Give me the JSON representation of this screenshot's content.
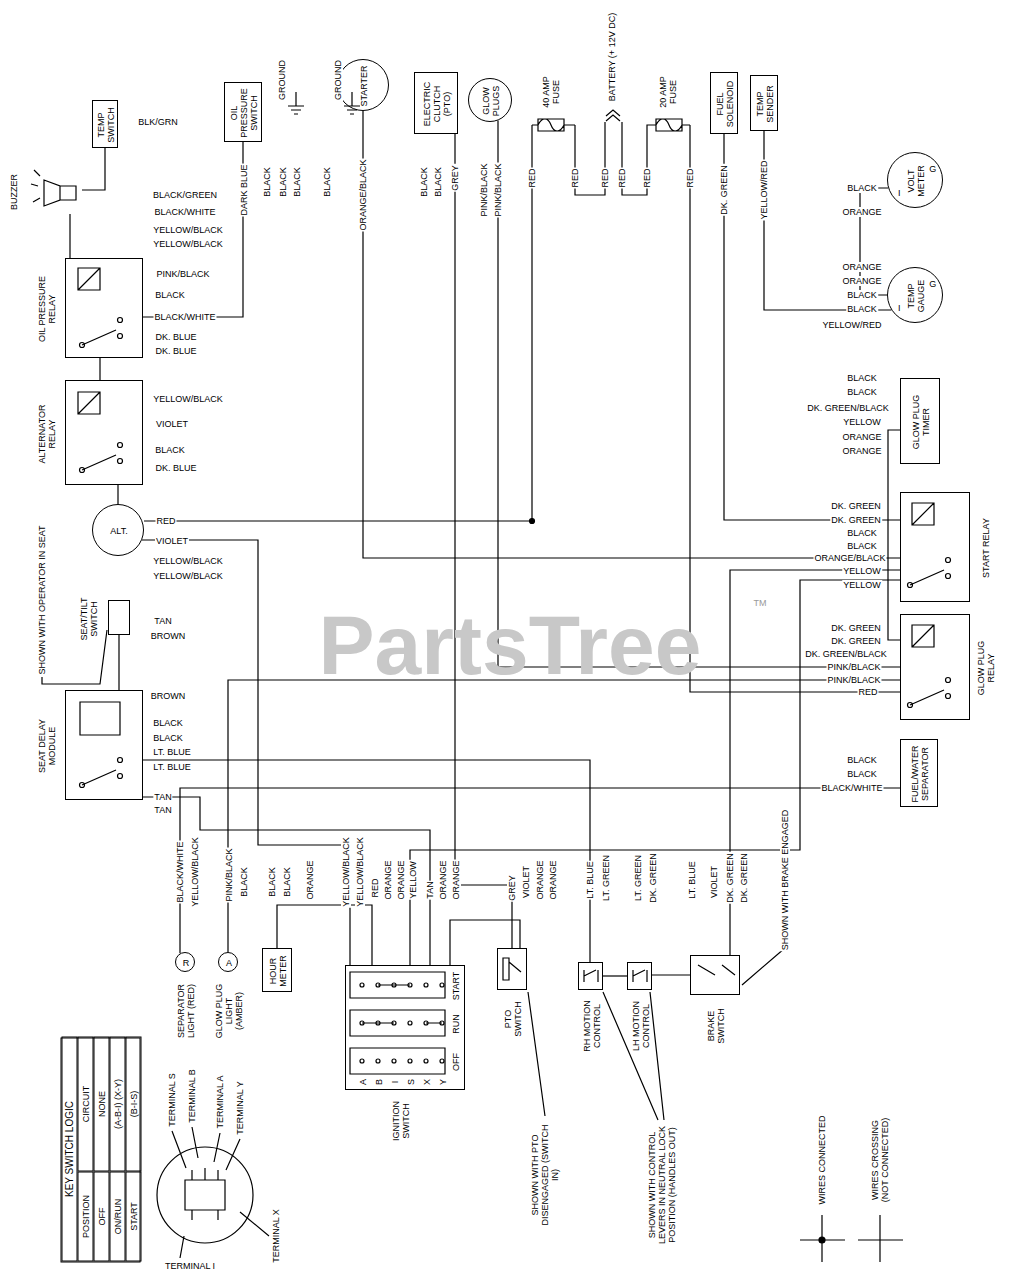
{
  "diagram": {
    "nodes": [
      {
        "text": [
          "TEMP SWITCH"
        ]
      },
      {
        "text": [
          "BUZZER"
        ]
      },
      {
        "text": [
          "OIL PRESSURE SWITCH"
        ]
      },
      {
        "text": [
          "STARTER"
        ]
      },
      {
        "text": [
          "ELECTRIC CLUTCH (PTO)"
        ]
      },
      {
        "text": [
          "GLOW PLUGS"
        ]
      },
      {
        "text": [
          "FUEL SOLENOID"
        ]
      },
      {
        "text": [
          "TEMP SENDER"
        ]
      },
      {
        "text": [
          "VOLT METER",
          "G",
          "I"
        ]
      },
      {
        "text": [
          "TEMP GAUGE",
          "G",
          "I"
        ]
      },
      {
        "text": [
          "OIL PRESSURE RELAY"
        ]
      },
      {
        "text": [
          "ALTERNATOR RELAY"
        ]
      },
      {
        "text": [
          "ALT."
        ]
      },
      {
        "text": [
          "SEAT/TILT SWITCH"
        ]
      },
      {
        "text": [
          "SEAT DELAY MODULE"
        ]
      },
      {
        "text": [
          "GLOW PLUG TIMER"
        ]
      },
      {
        "text": [
          "START RELAY"
        ]
      },
      {
        "text": [
          "GLOW PLUG RELAY"
        ]
      },
      {
        "text": [
          "FUEL/WATER SEPARATOR"
        ]
      },
      {
        "text": [
          "R",
          "SEPARATOR LIGHT (RED)"
        ]
      },
      {
        "text": [
          "A",
          "GLOW PLUG LIGHT (AMBER)"
        ]
      },
      {
        "text": [
          "HOUR METER"
        ]
      },
      {
        "text": [
          "IGNITION SWITCH",
          "START",
          "RUN",
          "OFF",
          "A",
          "B",
          "I",
          "S",
          "X",
          "Y"
        ]
      },
      {
        "text": [
          "PTO SWITCH"
        ]
      },
      {
        "text": [
          "RH MOTION CONTROL"
        ]
      },
      {
        "text": [
          "LH MOTION CONTROL"
        ]
      },
      {
        "text": [
          "BRAKE SWITCH"
        ]
      },
      {
        "text": [
          "KEY SWITCH LOGIC",
          "POSITION",
          "CIRCUIT",
          "OFF",
          "NONE",
          "ON/RUN",
          "(A-B-I) (X-Y)",
          "START",
          "(B-I-S)"
        ]
      }
    ],
    "edges": [
      {
        "from": 0,
        "to": 1,
        "arrow": "none"
      },
      {
        "from": 2,
        "to": 10,
        "arrow": "none"
      },
      {
        "from": 3,
        "to": 16,
        "arrow": "none"
      },
      {
        "from": 4,
        "to": 23,
        "arrow": "none"
      },
      {
        "from": 5,
        "to": 17,
        "arrow": "none"
      },
      {
        "from": 6,
        "to": 16,
        "arrow": "none"
      },
      {
        "from": 7,
        "to": 9,
        "arrow": "none"
      },
      {
        "from": 8,
        "to": 9,
        "arrow": "none"
      },
      {
        "from": 1,
        "to": 10,
        "arrow": "none"
      },
      {
        "from": 10,
        "to": 11,
        "arrow": "none"
      },
      {
        "from": 11,
        "to": 12,
        "arrow": "none"
      },
      {
        "from": 12,
        "to": 22,
        "arrow": "none"
      },
      {
        "from": 13,
        "to": 14,
        "arrow": "none"
      },
      {
        "from": 14,
        "to": 22,
        "arrow": "none"
      },
      {
        "from": 14,
        "to": 24,
        "arrow": "none"
      },
      {
        "from": 15,
        "to": 17,
        "arrow": "none"
      },
      {
        "from": 16,
        "to": 22,
        "arrow": "none"
      },
      {
        "from": 18,
        "to": 19,
        "arrow": "none"
      },
      {
        "from": 20,
        "to": 17,
        "arrow": "none"
      },
      {
        "from": 21,
        "to": 22,
        "arrow": "none"
      },
      {
        "from": 23,
        "to": 22,
        "arrow": "none"
      },
      {
        "from": 24,
        "to": 25,
        "arrow": "none"
      },
      {
        "from": 25,
        "to": 26,
        "arrow": "none"
      },
      {
        "from": 26,
        "to": 16,
        "arrow": "none"
      }
    ],
    "labels": [
      "BLK/GRN",
      "GROUND",
      "GROUND",
      "40 AMP FUSE",
      "BATTERY (+ 12V DC)",
      "20 AMP FUSE",
      "DARK BLUE",
      "BLACK",
      "BLACK",
      "BLACK",
      "BLACK",
      "ORANGE/BLACK",
      "BLACK",
      "BLACK",
      "GREY",
      "PINK/BLACK",
      "PINK/BLACK",
      "RED",
      "RED",
      "RED",
      "RED",
      "RED",
      "RED",
      "DK. GREEN",
      "YELLOW/RED",
      "BLACK/GREEN",
      "BLACK/WHITE",
      "YELLOW/BLACK",
      "YELLOW/BLACK",
      "PINK/BLACK",
      "BLACK",
      "BLACK/WHITE",
      "DK. BLUE",
      "DK. BLUE",
      "YELLOW/BLACK",
      "VIOLET",
      "BLACK",
      "DK. BLUE",
      "RED",
      "VIOLET",
      "YELLOW/BLACK",
      "YELLOW/BLACK",
      "TAN",
      "BROWN",
      "BROWN",
      "BLACK",
      "BLACK",
      "LT. BLUE",
      "LT. BLUE",
      "TAN",
      "TAN",
      "BLACK",
      "ORANGE",
      "ORANGE",
      "ORANGE",
      "BLACK",
      "BLACK",
      "YELLOW/RED",
      "BLACK",
      "BLACK",
      "DK. GREEN/BLACK",
      "YELLOW",
      "ORANGE",
      "ORANGE",
      "DK. GREEN",
      "DK. GREEN",
      "BLACK",
      "BLACK",
      "ORANGE/BLACK",
      "YELLOW",
      "YELLOW",
      "DK. GREEN",
      "DK. GREEN",
      "DK. GREEN/BLACK",
      "PINK/BLACK",
      "PINK/BLACK",
      "RED",
      "BLACK",
      "BLACK",
      "BLACK/WHITE",
      "BLACK/WHITE",
      "YELLOW/BLACK",
      "PINK/BLACK",
      "BLACK",
      "BLACK",
      "BLACK",
      "ORANGE",
      "YELLOW/BLACK",
      "YELLOW/BLACK",
      "RED",
      "ORANGE",
      "ORANGE",
      "YELLOW",
      "TAN",
      "ORANGE",
      "ORANGE",
      "GREY",
      "VIOLET",
      "ORANGE",
      "ORANGE",
      "LT. BLUE",
      "LT. GREEN",
      "LT. GREEN",
      "DK. GREEN",
      "LT. BLUE",
      "VIOLET",
      "DK. GREEN",
      "DK. GREEN",
      "SHOWN WITH OPERATOR IN SEAT",
      "SHOWN WITH PTO DISENGAGED (SWITCH IN)",
      "SHOWN WITH CONTROL LEVERS IN NEUTRAL LOCK POSITION (HANDLES OUT)",
      "SHOWN WITH BRAKE ENGAGED",
      "TERMINAL S",
      "TERMINAL B",
      "TERMINAL A",
      "TERMINAL Y",
      "TERMINAL I",
      "TERMINAL X",
      "PartsTree",
      "TM"
    ],
    "legend": [
      {
        "text": "WIRES CONNECTED"
      },
      {
        "text": "WIRES CROSSING (NOT CONNECTED)"
      }
    ]
  }
}
